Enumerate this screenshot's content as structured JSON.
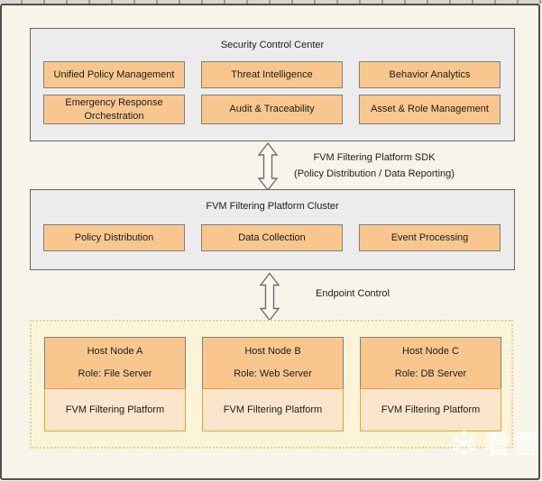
{
  "security_center": {
    "title": "Security Control Center",
    "modules": [
      "Unified Policy Management",
      "Threat Intelligence",
      "Behavior Analytics",
      "Emergency Response Orchestration",
      "Audit & Traceability",
      "Asset & Role Management"
    ]
  },
  "sdk_link": {
    "line1": "FVM Filtering Platform SDK",
    "line2": "(Policy Distribution / Data Reporting)"
  },
  "cluster": {
    "title": "FVM Filtering Platform Cluster",
    "modules": [
      "Policy Distribution",
      "Data Collection",
      "Event Processing"
    ]
  },
  "endpoint_link": {
    "label": "Endpoint Control"
  },
  "endpoint_zone": {
    "hosts": [
      {
        "name": "Host Node A",
        "role": "Role: File Server",
        "agent": "FVM Filtering Platform"
      },
      {
        "name": "Host Node B",
        "role": "Role: Web Server",
        "agent": "FVM Filtering Platform"
      },
      {
        "name": "Host Node C",
        "role": "Role: DB Server",
        "agent": "FVM Filtering Platform"
      }
    ]
  },
  "watermark": {
    "icon": "❄",
    "text": "看雪"
  },
  "colors": {
    "canvas_bg": "#F8F4EA",
    "section_bg": "#ECECEC",
    "module_fill": "#F9C78E",
    "agent_fill": "#FBE5CC",
    "endpoint_zone_bg": "#FCF4D9",
    "agent_border": "#D8A72E",
    "zone_dotted_border": "#E0D19C",
    "frame_border": "#4F4F4F"
  }
}
